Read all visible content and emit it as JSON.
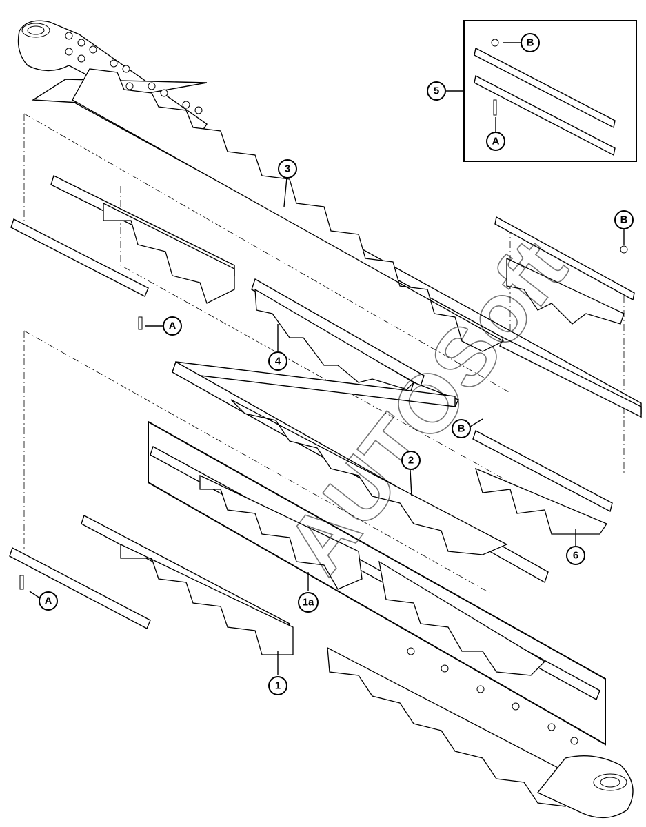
{
  "callouts": {
    "c3": "3",
    "c5": "5",
    "c4": "4",
    "c2": "2",
    "c6": "6",
    "c1": "1",
    "c1a": "1a",
    "cB_detail": "B",
    "cA_detail": "A",
    "cB_right": "B",
    "cA_left1": "A",
    "cB_mid": "B",
    "cA_left2": "A"
  },
  "watermark": "AUTOSoft"
}
